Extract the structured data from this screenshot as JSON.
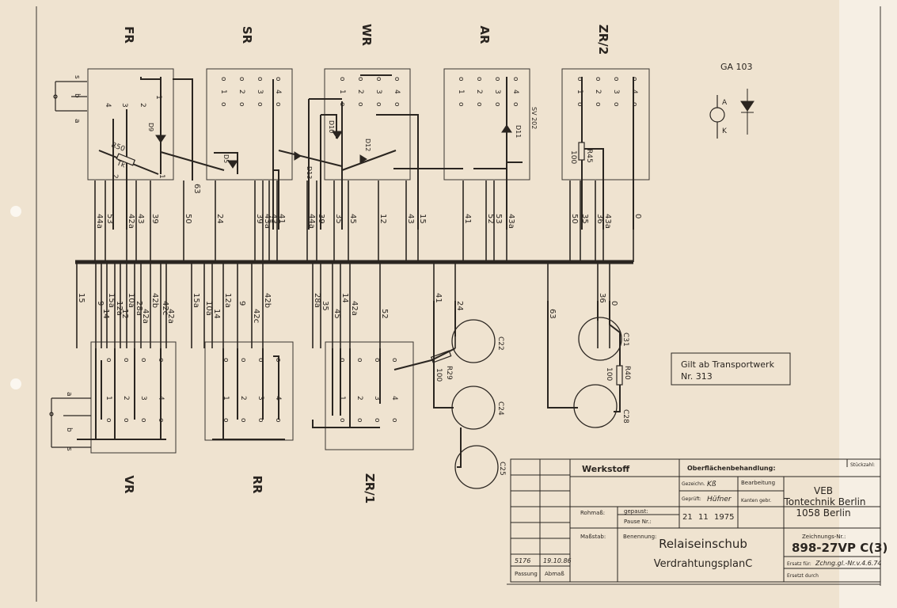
{
  "relays": {
    "top": [
      "FR",
      "SR",
      "WR",
      "AR",
      "ZR/2"
    ],
    "bottom": [
      "VR",
      "RR",
      "ZR/1"
    ]
  },
  "diode_legend": {
    "label": "GA 103",
    "anode": "A",
    "cathode": "K"
  },
  "note": [
    "Gilt ab Transportwerk",
    "Nr. 313"
  ],
  "components": {
    "diodes": [
      "D9",
      "D5",
      "D10",
      "D13",
      "D12",
      "D11"
    ],
    "resistors": {
      "r50": "R50",
      "r50_tk": "Tk",
      "r45": "R45",
      "r45_val": "100",
      "r29": "R29",
      "r29_val": "100",
      "r40": "R40",
      "r40_val": "100"
    },
    "capacitors": [
      "C22",
      "C24",
      "C25",
      "C31",
      "C28"
    ],
    "sv": "SV 202"
  },
  "switch_labels": {
    "top": [
      "s",
      "b",
      "a"
    ],
    "bottom": [
      "a",
      "b",
      "s"
    ]
  },
  "contacts": {
    "pin_rows": [
      [
        "o",
        "1",
        "o"
      ],
      [
        "o",
        "2",
        "o"
      ],
      [
        "o",
        "3",
        "o"
      ],
      [
        "o",
        "4",
        "o"
      ]
    ],
    "fr": [
      "1",
      "2",
      "3",
      "4"
    ],
    "fr_pins": {
      "p2": "2",
      "p1": "1"
    }
  },
  "wire_labels": {
    "top_fr": [
      "44a",
      "53",
      "42a",
      "43",
      "39",
      "50"
    ],
    "top_fr_extra": "63",
    "top_sr": [
      "24",
      "39",
      "43a",
      "43",
      "41"
    ],
    "top_wr": [
      "44a",
      "39",
      "35",
      "45",
      "12",
      "43",
      "15"
    ],
    "top_ar": [
      "41",
      "52",
      "53",
      "43a"
    ],
    "top_zr2": [
      "50",
      "35",
      "36",
      "43a",
      "0"
    ],
    "bottom_vr": [
      "15",
      "9",
      "14",
      "15a",
      "12a",
      "12",
      "10a",
      "28a",
      "42a",
      "42b",
      "42c",
      "42a"
    ],
    "bottom_rr": [
      "15a",
      "10a",
      "14",
      "12a",
      "9",
      "42c",
      "42b"
    ],
    "bottom_zr1": [
      "28a",
      "35",
      "45",
      "14",
      "42a",
      "52"
    ],
    "misc": [
      "41",
      "24",
      "63",
      "36",
      "0"
    ]
  },
  "title_block": {
    "werkstoff": "Werkstoff",
    "oberflaeche": "Oberflächenbehandlung:",
    "stueckzahl": "Stückzahl:",
    "gezeichnet": "Gezeichn.",
    "gezeichnet_sig": "Kß",
    "geprueft": "Geprüft:",
    "geprueft_sig": "Hüfner",
    "bearbeitung": "Bearbeitung",
    "kanten": "Kanten gebr.",
    "company": [
      "VEB",
      "Tontechnik Berlin",
      "1058 Berlin"
    ],
    "rohmass": "Rohmaß:",
    "gepaust": "gepaust:",
    "pause_nr": "Pause Nr.:",
    "date_d": "21",
    "date_m": "11",
    "date_y": "1975",
    "massstab": "Maßstab:",
    "benennung": "Benennung:",
    "title1": "Relaiseinschub",
    "title2": "VerdrahtungsplanC",
    "zeichnungs_nr_label": "Zeichnungs-Nr.:",
    "zeichnungs_nr": "898-27VP C(3)",
    "ersatz_fuer": "Ersatz für:",
    "ersatz_val": "Zchng.gl.-Nr.v.4.6.74",
    "ersetzt_durch": "Ersetzt durch",
    "passung": "Passung",
    "abmass": "Abmaß",
    "rev1": "5176",
    "rev2": "19.10.86"
  }
}
